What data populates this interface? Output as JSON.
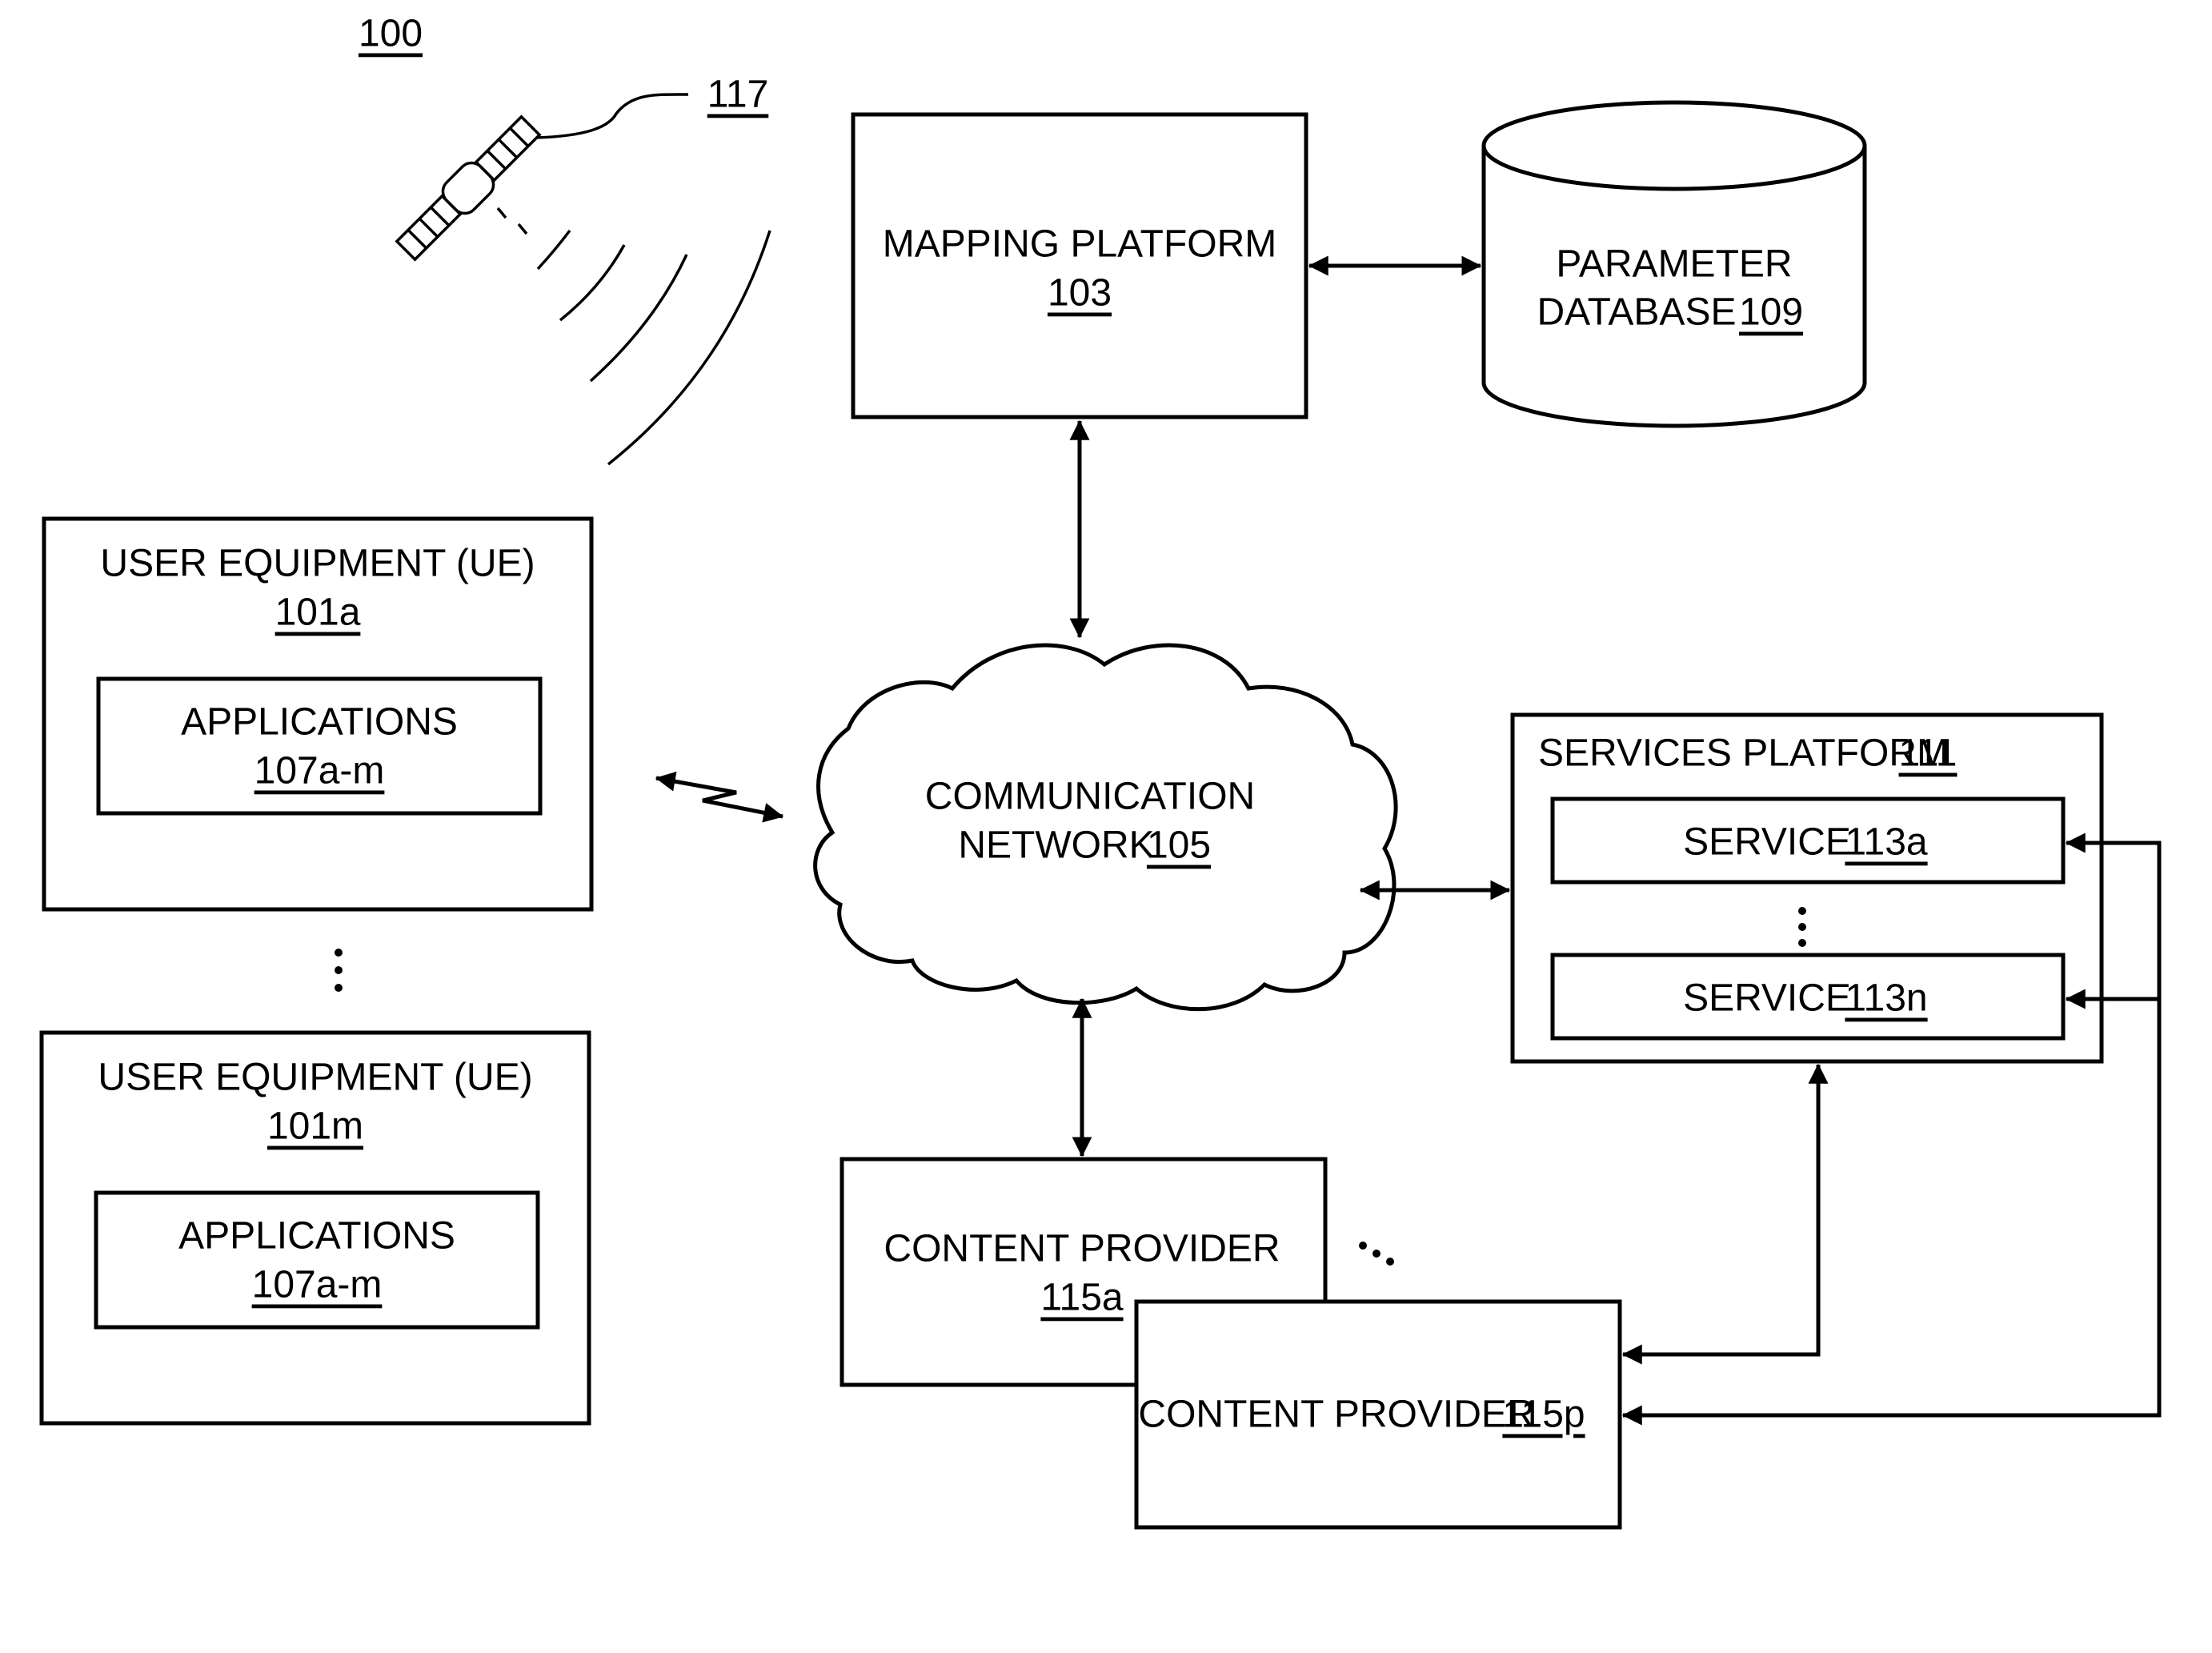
{
  "figure": {
    "number": "100"
  },
  "satellite": {
    "ref": "117"
  },
  "mapping_platform": {
    "name": "MAPPING PLATFORM",
    "ref": "103"
  },
  "parameter_database": {
    "line1": "PARAMETER",
    "line2": "DATABASE",
    "ref": "109"
  },
  "ue_a": {
    "name": "USER EQUIPMENT (UE)",
    "ref": "101a",
    "apps_name": "APPLICATIONS",
    "apps_ref": "107a-m"
  },
  "ue_m": {
    "name": "USER EQUIPMENT (UE)",
    "ref": "101m",
    "apps_name": "APPLICATIONS",
    "apps_ref": "107a-m"
  },
  "network": {
    "line1": "COMMUNICATION",
    "line2": "NETWORK",
    "ref": "105"
  },
  "services_platform": {
    "name": "SERVICES PLATFORM",
    "ref": "111",
    "services": [
      {
        "name": "SERVICE",
        "ref": "113a"
      },
      {
        "name": "SERVICE",
        "ref": "113n"
      }
    ]
  },
  "content_provider_a": {
    "name": "CONTENT PROVIDER",
    "ref": "115a"
  },
  "content_provider_p": {
    "name": "CONTENT PROVIDER",
    "ref": "115p"
  }
}
